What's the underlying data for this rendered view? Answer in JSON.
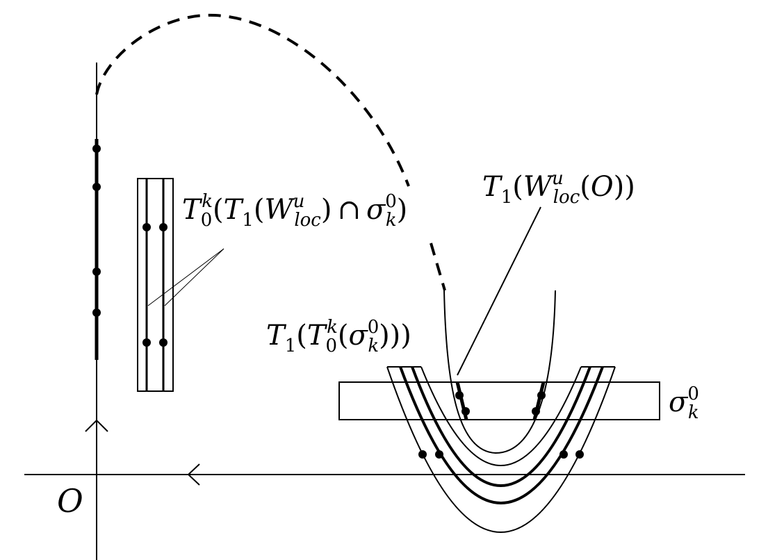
{
  "labels": {
    "origin": "O",
    "box_left": {
      "base": "T",
      "sub0": "0",
      "sup0": "k",
      "open1": "(",
      "t1": "T",
      "t1_sub": "1",
      "open2": "(",
      "w": "W",
      "w_sup": "u",
      "w_sub": "loc",
      "close2": ")",
      "cap": "∩",
      "sigma": "σ",
      "sigma_sup": "0",
      "sigma_sub": "k",
      "close1": ")"
    },
    "curve_top": {
      "base": "T",
      "sub": "1",
      "open1": "(",
      "w": "W",
      "w_sup": "u",
      "w_sub": "loc",
      "open2": "(",
      "o": "O",
      "close": "))"
    },
    "curve_mid": {
      "base": "T",
      "sub": "1",
      "open1": "(",
      "t0": "T",
      "t0_sub": "0",
      "t0_sup": "k",
      "open2": "(",
      "sigma": "σ",
      "sigma_sup": "0",
      "sigma_sub": "k",
      "close": ")))"
    },
    "sigma_right": {
      "sigma": "σ",
      "sup": "0",
      "sub": "k"
    }
  },
  "colors": {
    "stroke": "#000000",
    "background": "#ffffff"
  }
}
